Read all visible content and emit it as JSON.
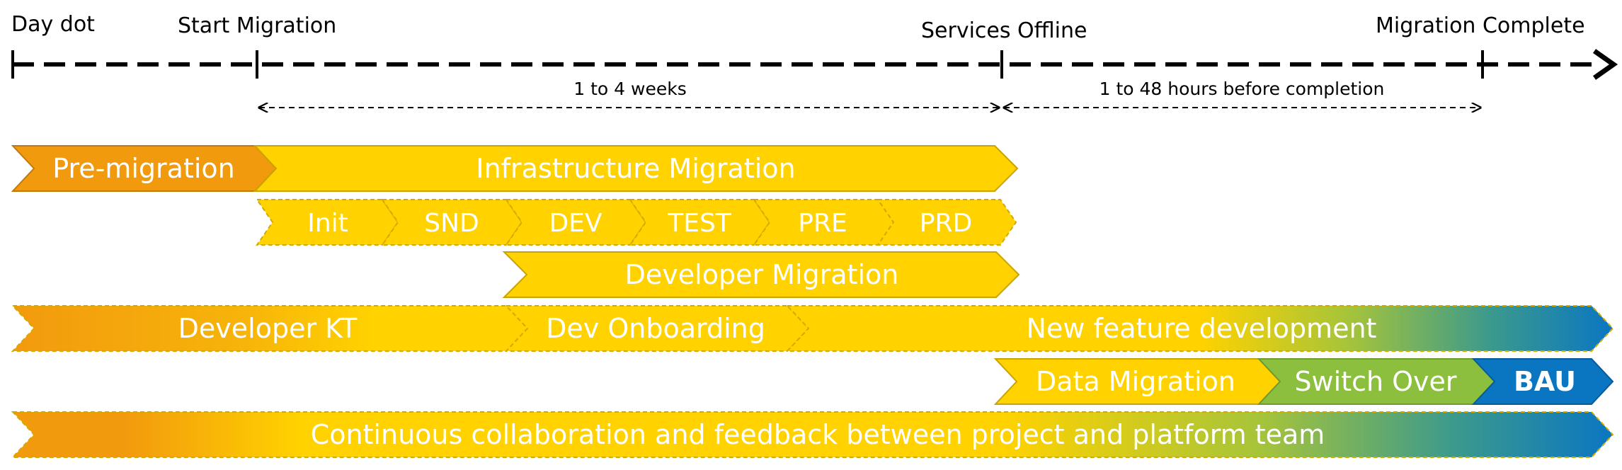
{
  "milestones": {
    "day_dot": "Day dot",
    "start_migration": "Start Migration",
    "services_offline": "Services Offline",
    "migration_complete": "Migration Complete"
  },
  "durations": {
    "weeks": "1 to 4 weeks",
    "hours": "1 to 48 hours before completion"
  },
  "phases": {
    "pre_migration": "Pre-migration",
    "infrastructure_migration": "Infrastructure Migration",
    "env_init": "Init",
    "env_snd": "SND",
    "env_dev": "DEV",
    "env_test": "TEST",
    "env_pre": "PRE",
    "env_prd": "PRD",
    "developer_migration": "Developer Migration",
    "developer_kt": "Developer KT",
    "dev_onboarding": "Dev Onboarding",
    "new_feature_development": "New feature development",
    "data_migration": "Data Migration",
    "switch_over": "Switch Over",
    "bau": "BAU",
    "continuous_collaboration": "Continuous collaboration and feedback between project and platform team"
  },
  "colors": {
    "orange": "#F29A0E",
    "yellow": "#FFD200",
    "green": "#8DBF3E",
    "blue": "#0A76C2",
    "teal": "#3C9A8C"
  }
}
